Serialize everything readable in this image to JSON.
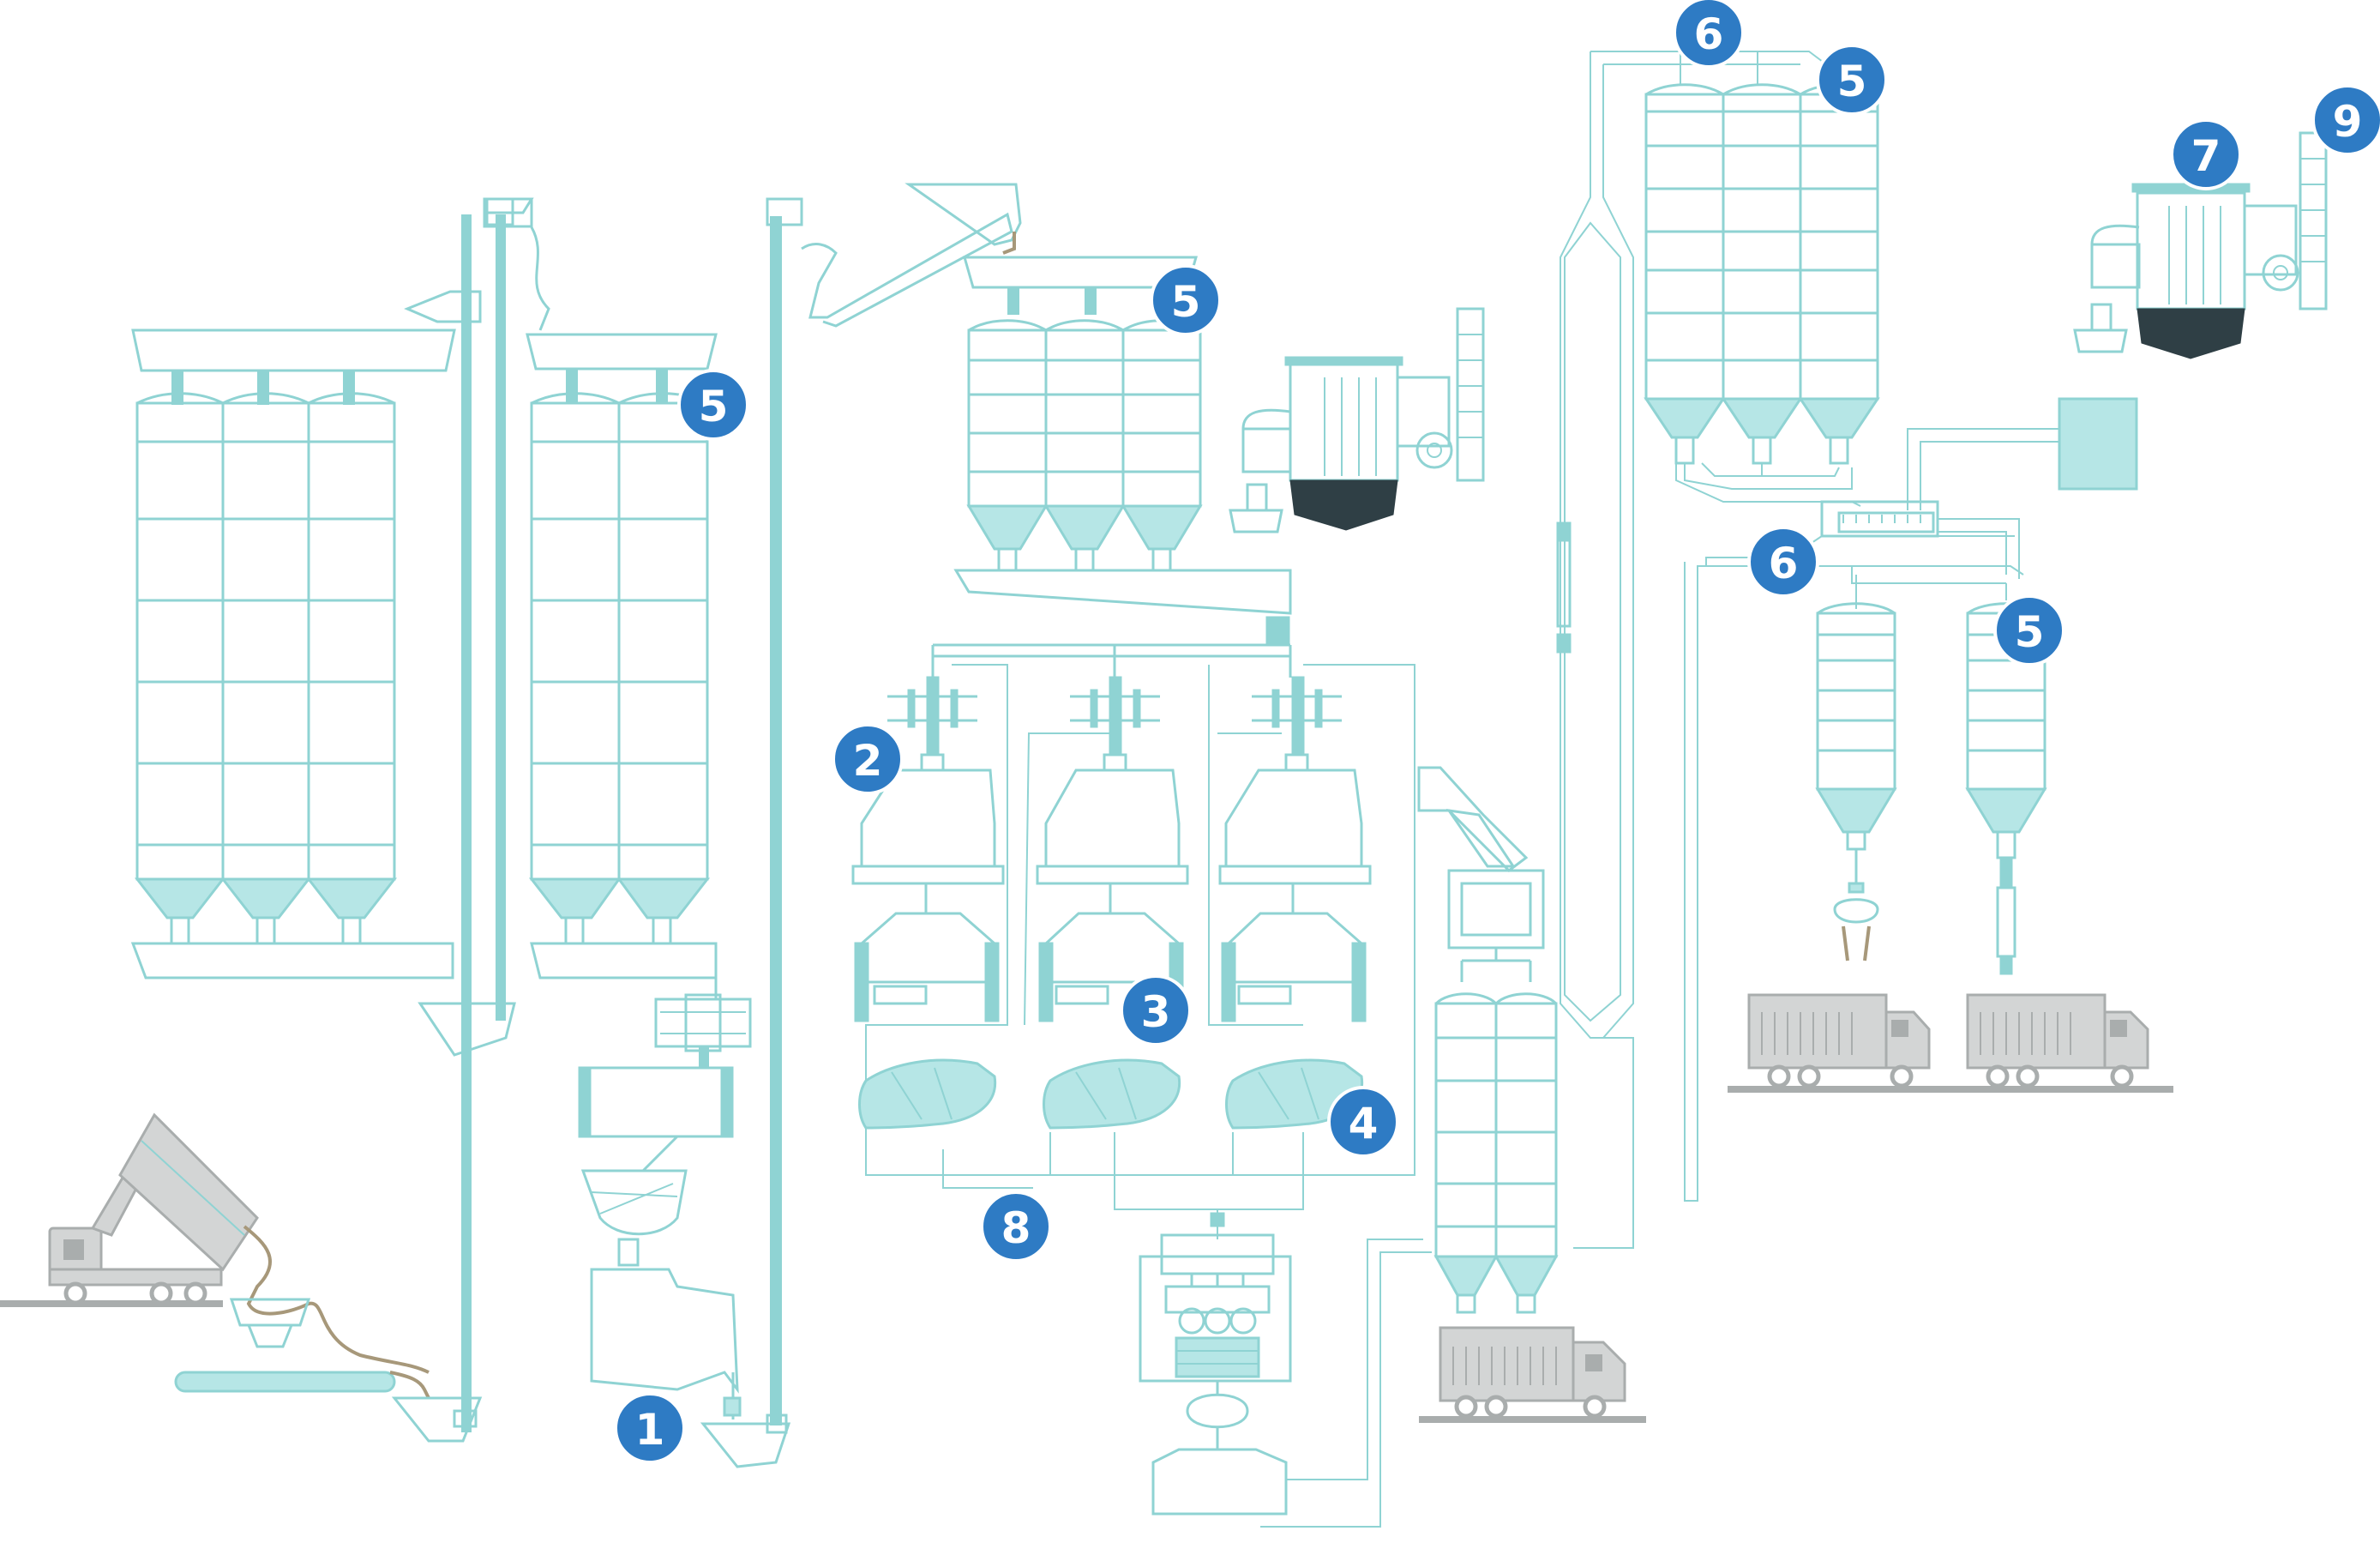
{
  "badges": [
    {
      "label": "1"
    },
    {
      "label": "2"
    },
    {
      "label": "3"
    },
    {
      "label": "4"
    },
    {
      "label": "5"
    },
    {
      "label": "5"
    },
    {
      "label": "5"
    },
    {
      "label": "5"
    },
    {
      "label": "6"
    },
    {
      "label": "6"
    },
    {
      "label": "7"
    },
    {
      "label": "8"
    },
    {
      "label": "9"
    }
  ],
  "colors": {
    "line": "#8fd3d3",
    "fill_light": "#b6e6e6",
    "truck_gray": "#d3d5d5",
    "badge_blue": "#2e7bc4",
    "filter_dark": "#2f3f45",
    "belt_brown": "#a7987a"
  }
}
